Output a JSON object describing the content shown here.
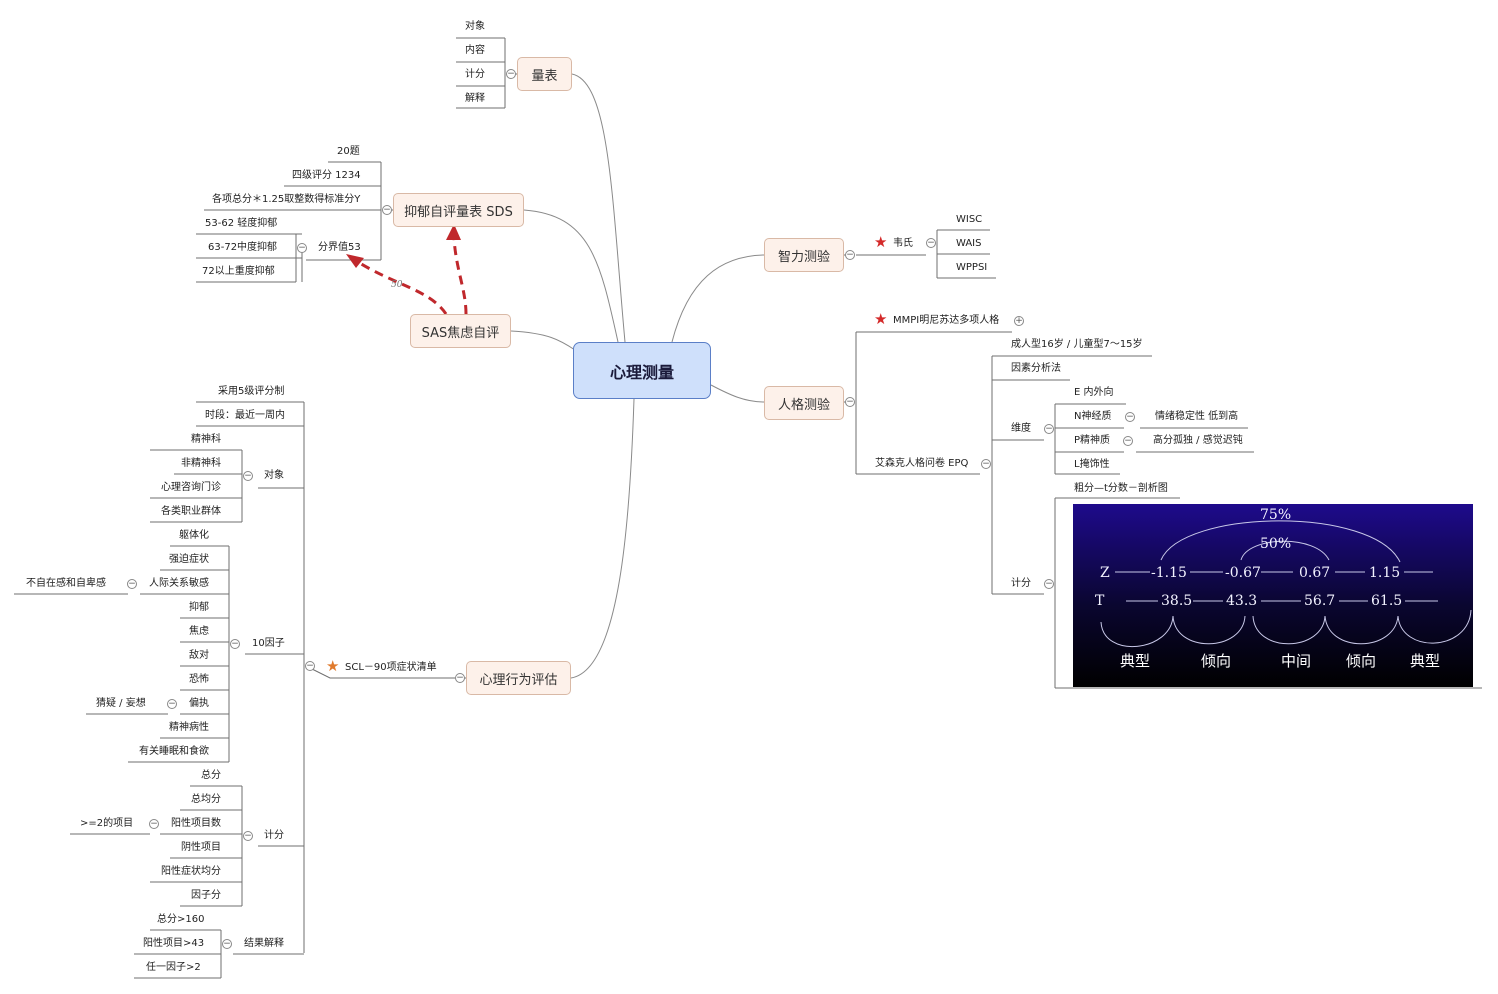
{
  "root": "心理测量",
  "branches": {
    "scale": {
      "label": "量表",
      "items": [
        "对象",
        "内容",
        "计分",
        "解释"
      ]
    },
    "sds": {
      "label": "抑郁自评量表 SDS",
      "items": [
        "20题",
        "四级评分 1234",
        "各项总分＊1.25取整数得标准分Y"
      ],
      "cutoff": {
        "label": "分界值53",
        "items": [
          "53-62 轻度抑郁",
          "63-72中度抑郁",
          "72以上重度抑郁"
        ]
      }
    },
    "sas": {
      "label": "SAS焦虑自评",
      "arrow_label": "50"
    },
    "behavior": {
      "label": "心理行为评估",
      "scl": {
        "label": "SCL－90项症状清单",
        "items": [
          "采用5级评分制",
          "时段：最近一周内"
        ],
        "object": {
          "label": "对象",
          "items": [
            "精神科",
            "非精神科",
            "心理咨询门诊",
            "各类职业群体"
          ]
        },
        "factors": {
          "label": "10因子",
          "items": [
            "躯体化",
            "强迫症状",
            "人际关系敏感",
            "抑郁",
            "焦虑",
            "敌对",
            "恐怖",
            "偏执",
            "精神病性",
            "有关睡眠和食欲"
          ],
          "interpersonal_sub": "不自在感和自卑感",
          "paranoid_sub": "猜疑 / 妄想"
        },
        "scoring": {
          "label": "计分",
          "items": [
            "总分",
            "总均分",
            "阳性项目数",
            "阴性项目",
            "阳性症状均分",
            "因子分"
          ],
          "positive_sub": ">=2的项目"
        },
        "result": {
          "label": "结果解释",
          "items": [
            "总分>160",
            "阳性项目>43",
            "任一因子>2"
          ]
        }
      }
    },
    "intel": {
      "label": "智力测验",
      "wechsler": {
        "label": "韦氏",
        "items": [
          "WISC",
          "WAIS",
          "WPPSI"
        ]
      }
    },
    "personality": {
      "label": "人格测验",
      "mmpi": "MMPI明尼苏达多项人格",
      "epq": {
        "label": "艾森克人格问卷 EPQ",
        "items": [
          "成人型16岁 / 儿童型7～15岁",
          "因素分析法"
        ],
        "dimension": {
          "label": "维度",
          "e": "E 内外向",
          "n": "N神经质",
          "n_sub": "情绪稳定性 低到高",
          "p": "P精神质",
          "p_sub": "高分孤独 / 感觉迟钝",
          "l": "L掩饰性"
        },
        "scoring": {
          "label": "计分",
          "profile": "粗分—t分数－剖析图"
        }
      }
    }
  },
  "figure": {
    "pct_outer": "75%",
    "pct_inner": "50%",
    "z_label": "Z",
    "z_values": [
      "-1.15",
      "-0.67",
      "0.67",
      "1.15"
    ],
    "t_label": "T",
    "t_values": [
      "38.5",
      "43.3",
      "56.7",
      "61.5"
    ],
    "categories": [
      "典型",
      "倾向",
      "中间",
      "倾向",
      "典型"
    ]
  },
  "colors": {
    "center_fill": "#cfe0fb",
    "topic_fill": "#fdf1ea",
    "arrow": "#c0282c",
    "star_red": "#d42a2a",
    "star_orange": "#e07a2c"
  },
  "icons": [
    "collapse-toggle-icon",
    "expand-toggle-icon",
    "star-marker-icon"
  ]
}
